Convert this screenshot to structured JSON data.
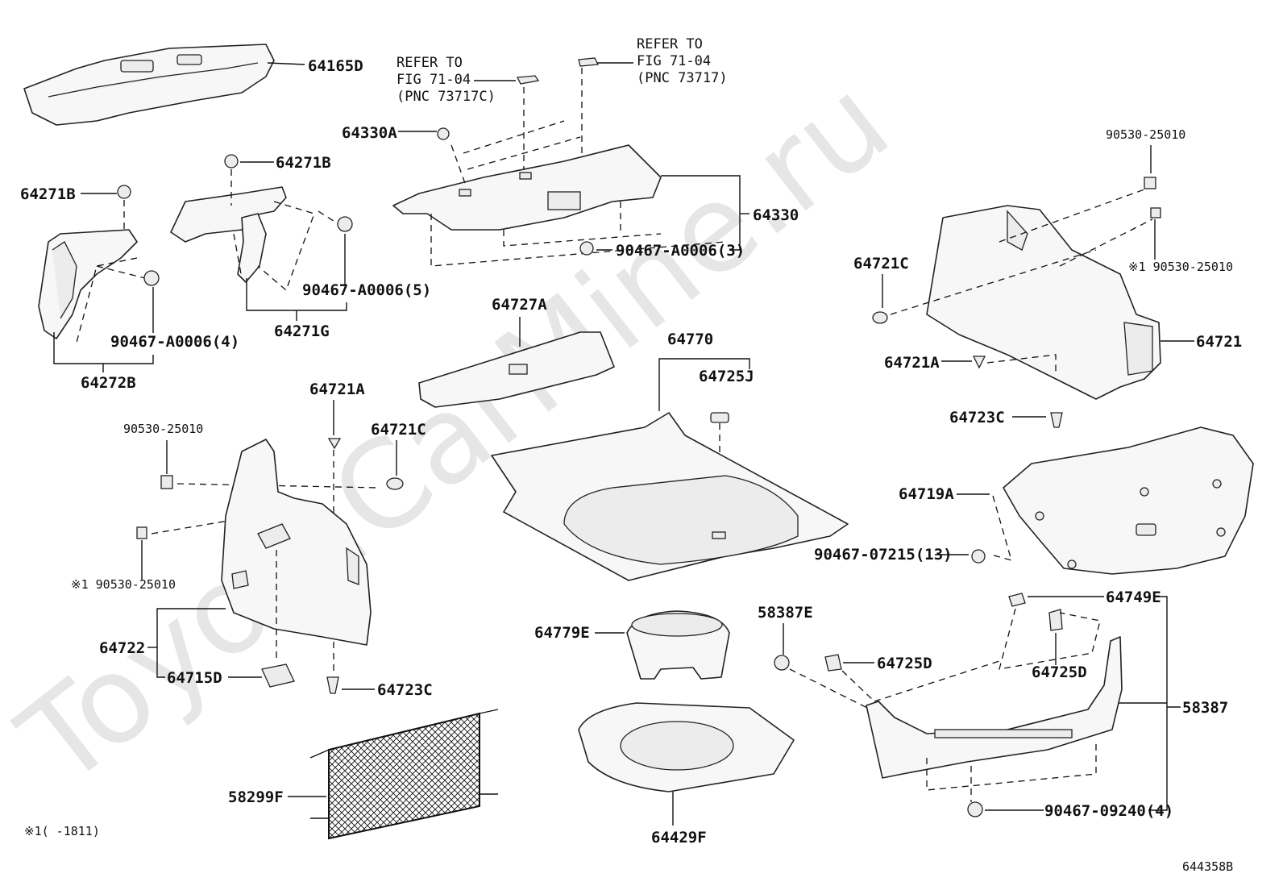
{
  "watermark": "ToyotaCarMine.ru",
  "figure_id": "644358B",
  "footnote": "※1(     -1811)",
  "refer_left": [
    "REFER TO",
    "FIG 71-04",
    "(PNC 73717C)"
  ],
  "refer_right": [
    "REFER TO",
    "FIG 71-04",
    "(PNC 73717)"
  ],
  "labels": {
    "p64165D": "64165D",
    "p64330A": "64330A",
    "p64271B_top": "64271B",
    "p64271B_left": "64271B",
    "p64330": "64330",
    "p90467_a0006_3": "90467-A0006(3)",
    "p90467_a0006_5": "90467-A0006(5)",
    "p64271G": "64271G",
    "p90467_a0006_4": "90467-A0006(4)",
    "p64272B": "64272B",
    "p90530_25010_tr": "90530-25010",
    "p90530_25010_tr2": "※1 90530-25010",
    "p64721C_r": "64721C",
    "p64721": "64721",
    "p64721A_r": "64721A",
    "p64723C_r": "64723C",
    "p64727A": "64727A",
    "p64770": "64770",
    "p64725J": "64725J",
    "p64721A_l": "64721A",
    "p90530_25010_l": "90530-25010",
    "p64721C_l": "64721C",
    "p90530_25010_l2": "※1 90530-25010",
    "p64722": "64722",
    "p64715D": "64715D",
    "p64723C_l": "64723C",
    "p64719A": "64719A",
    "p90467_07215": "90467-07215(13)",
    "p58387E": "58387E",
    "p64749E": "64749E",
    "p64779E": "64779E",
    "p64725D_a": "64725D",
    "p64725D_b": "64725D",
    "p58387": "58387",
    "p58299F": "58299F",
    "p64429F": "64429F",
    "p90467_09240": "90467-09240(4)"
  }
}
